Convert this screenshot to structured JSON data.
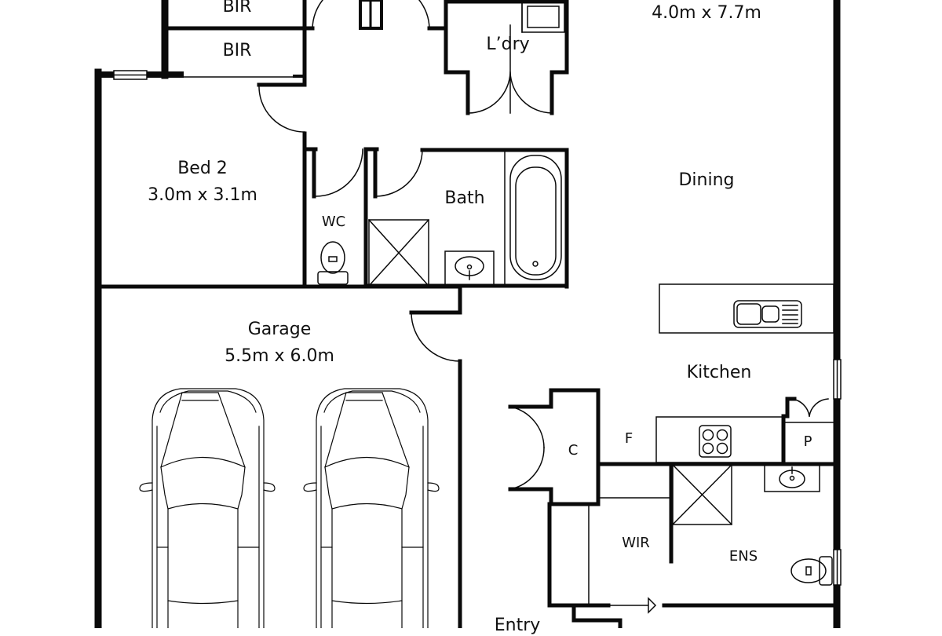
{
  "plan": {
    "type": "floor-plan",
    "colors": {
      "wall": "#0a0a0a",
      "background": "#ffffff",
      "line": "#111111"
    }
  },
  "rooms": {
    "bir_top": {
      "name": "BIR"
    },
    "bir_bottom": {
      "name": "BIR"
    },
    "laundry": {
      "name": "L’dry"
    },
    "living": {
      "dimensions": "4.0m x 7.7m"
    },
    "dining": {
      "name": "Dining"
    },
    "bed2": {
      "name": "Bed 2",
      "dimensions": "3.0m x 3.1m"
    },
    "wc": {
      "name": "WC"
    },
    "bath": {
      "name": "Bath"
    },
    "garage": {
      "name": "Garage",
      "dimensions": "5.5m x 6.0m"
    },
    "kitchen": {
      "name": "Kitchen"
    },
    "coat": {
      "name": "C"
    },
    "fridge": {
      "name": "F"
    },
    "pantry": {
      "name": "P"
    },
    "wir": {
      "name": "WIR"
    },
    "ensuite": {
      "name": "ENS"
    },
    "entry": {
      "name": "Entry"
    }
  },
  "fixtures": [
    "bathtub",
    "shower",
    "basin",
    "toilet",
    "double-sink",
    "cooktop",
    "laundry-tub",
    "car",
    "car"
  ]
}
